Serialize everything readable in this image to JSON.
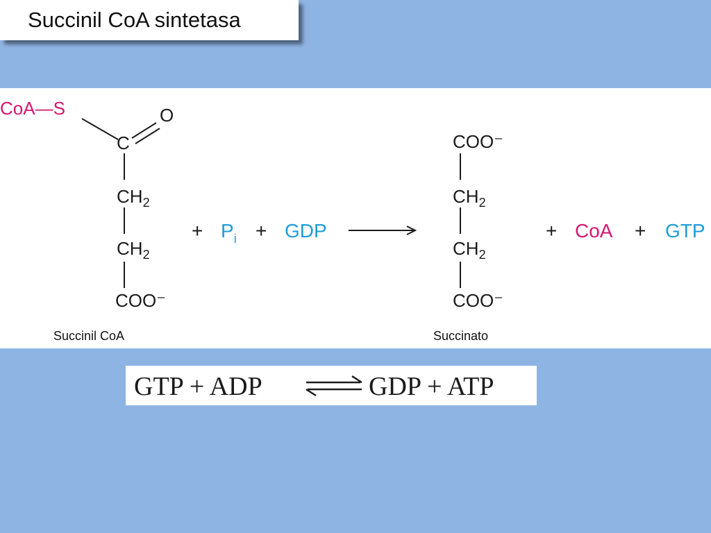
{
  "title": "Succinil CoA sintetasa",
  "colors": {
    "background": "#8eb4e3",
    "coa": "#d4176f",
    "pi_gdp_gtp": "#1e9cd8",
    "ink": "#1a1a1a"
  },
  "reaction": {
    "succinyl_coa": {
      "coa_s": "CoA—S",
      "oxygen": "O",
      "carbon": "C",
      "ch2_a": "CH",
      "ch2_b": "CH",
      "sub2": "2",
      "coo": "COO⁻"
    },
    "plus": "+",
    "pi": "P",
    "pi_sub": "i",
    "gdp": "GDP",
    "succinate": {
      "coo_top": "COO⁻",
      "ch2_a": "CH",
      "ch2_b": "CH",
      "sub2": "2",
      "coo_bottom": "COO⁻"
    },
    "coa": "CoA",
    "gtp": "GTP"
  },
  "labels": {
    "succinyl_coa": "Succinil CoA",
    "succinate": "Succinato"
  },
  "equilibrium": {
    "left": "GTP + ADP",
    "right": "GDP + ATP"
  }
}
